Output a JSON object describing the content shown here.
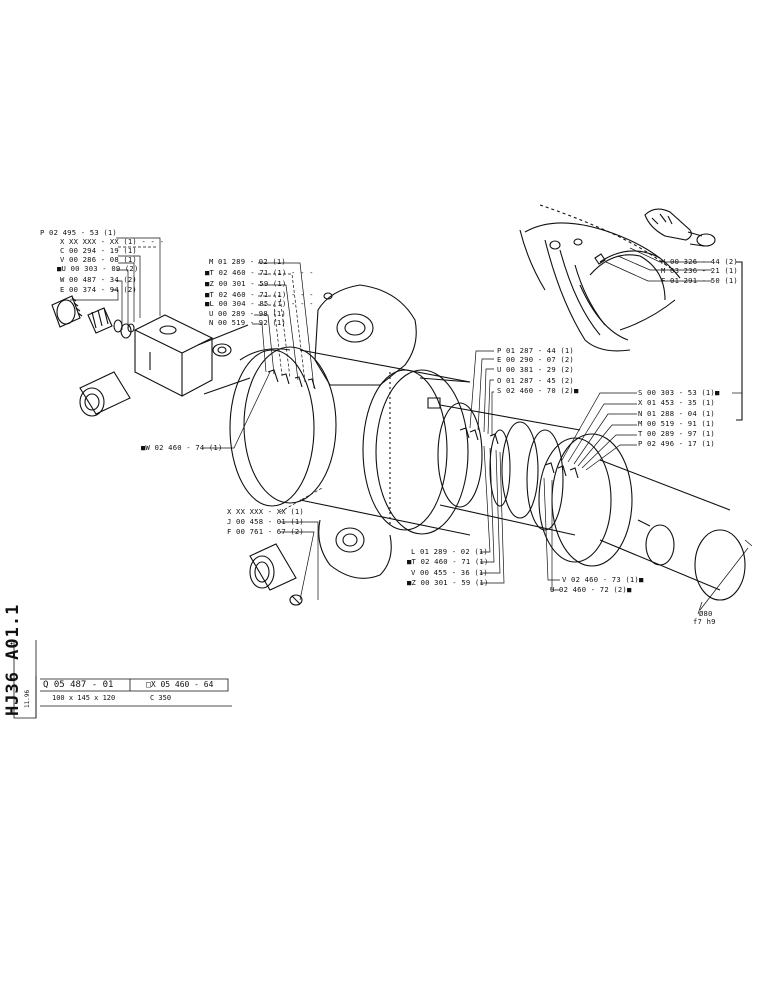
{
  "sheet": {
    "code": "HJ36 A01.1",
    "code_small": "11.96",
    "part_number": "Q 05 487 - 01",
    "alt_part": "□X 05 460 - 64",
    "dimensions": "100 x 145 x 120",
    "stroke": "C 350"
  },
  "callouts": [
    {
      "id": "p02-495-53",
      "text": "P 02 495 - 53 (1)"
    },
    {
      "id": "x-xx-1",
      "text": "X XX XXX - XX (1) - - -"
    },
    {
      "id": "c00-294-19",
      "text": "C 00 294 - 19 (1)"
    },
    {
      "id": "v00-286-08",
      "text": "V 00 286 - 08 (1)"
    },
    {
      "id": "u00-303-09",
      "text": "■U 00 303 - 09 (2)"
    },
    {
      "id": "w00-487-34",
      "text": "W 00 487 - 34 (2)"
    },
    {
      "id": "e00-374-94",
      "text": "E 00 374 - 94 (2)"
    },
    {
      "id": "m01-289-02",
      "text": "M 01 289 - 02 (1)"
    },
    {
      "id": "t02-460-71-a",
      "text": "■T 02 460 - 71 (1) - - -"
    },
    {
      "id": "z00-301-59-a",
      "text": "■Z 00 301 - 59 (1)"
    },
    {
      "id": "t02-460-71-b",
      "text": "■T 02 460 - 71 (1) - - -"
    },
    {
      "id": "l00-304-85",
      "text": "■L 00 304 - 85 (1) - - -"
    },
    {
      "id": "u00-289-98",
      "text": "U 00 289 - 98 (1)"
    },
    {
      "id": "n00-519-92",
      "text": "N 00 519 - 92 (1)"
    },
    {
      "id": "w02-460-74",
      "text": "■W 02 460 - 74 (1)"
    },
    {
      "id": "h00-326-44",
      "text": "H 00 326 - 44 (2)"
    },
    {
      "id": "m03-236-21",
      "text": "M 03 236 - 21 (1)"
    },
    {
      "id": "f01-291-50",
      "text": "F 01 291 - 50 (1)"
    },
    {
      "id": "p01-287-44",
      "text": "P 01 287 - 44 (1)"
    },
    {
      "id": "e00-290-07",
      "text": "E 00 290 - 07 (2)"
    },
    {
      "id": "u00-381-29",
      "text": "U 00 381 - 29 (2)"
    },
    {
      "id": "o01-287-45",
      "text": "O 01 287 - 45 (2)"
    },
    {
      "id": "s02-460-70",
      "text": "S 02 460 - 70 (2)■"
    },
    {
      "id": "s00-303-53",
      "text": "S 00 303 - 53 (1)■"
    },
    {
      "id": "x01-453-35",
      "text": "X 01 453 - 35 (1)"
    },
    {
      "id": "n01-288-04",
      "text": "N 01 288 - 04 (1)"
    },
    {
      "id": "m00-519-91",
      "text": "M 00 519 - 91 (1)"
    },
    {
      "id": "t00-289-97",
      "text": "T 00 289 - 97 (1)"
    },
    {
      "id": "p02-496-17",
      "text": "P 02 496 - 17 (1)"
    },
    {
      "id": "x-xx-2",
      "text": "X XX XXX - XX (1)"
    },
    {
      "id": "j00-458-01",
      "text": "J 00 458 - 01 (1)"
    },
    {
      "id": "f00-761-67",
      "text": "F 00 761 - 67 (2)"
    },
    {
      "id": "l01-289-02",
      "text": "L 01 289 - 02 (1)"
    },
    {
      "id": "t02-460-71-c",
      "text": "■T 02 460 - 71 (1)"
    },
    {
      "id": "v00-455-36",
      "text": "V 00 455 - 36 (1)"
    },
    {
      "id": "z00-301-59-b",
      "text": "■Z 00 301 - 59 (1)"
    },
    {
      "id": "v02-460-73",
      "text": "V 02 460 - 73 (1)■"
    },
    {
      "id": "u02-460-72",
      "text": "U 02 460 - 72 (2)■"
    }
  ],
  "rod_dim": {
    "dia": "Ø80",
    "fit": "f7 h9"
  }
}
